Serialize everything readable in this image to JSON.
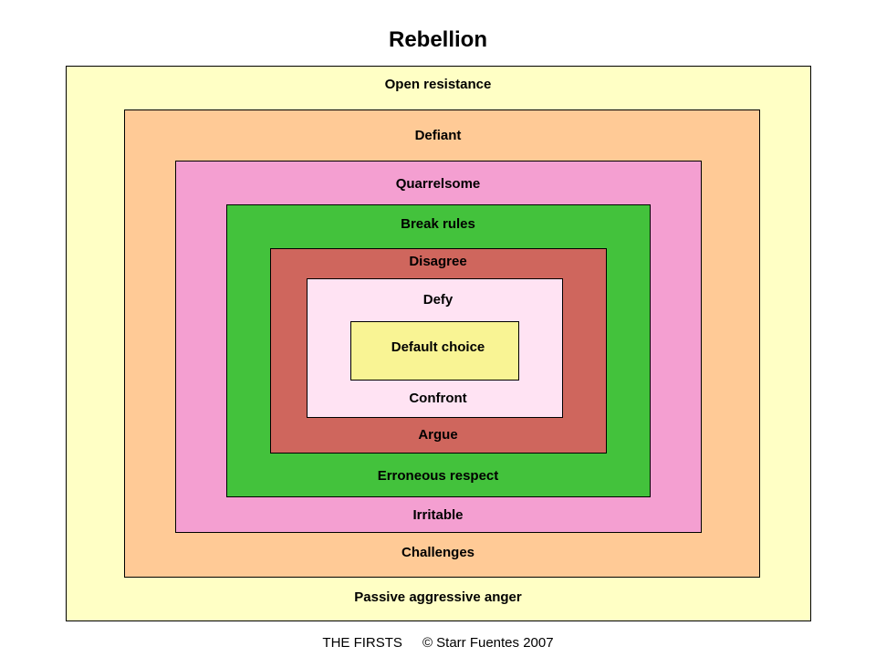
{
  "title": "Rebellion",
  "layers": [
    {
      "top_label": "Open resistance",
      "bottom_label": "Passive aggressive anger",
      "color": "#FFFFC5"
    },
    {
      "top_label": "Defiant",
      "bottom_label": "Challenges",
      "color": "#FFCA96"
    },
    {
      "top_label": "Quarrelsome",
      "bottom_label": "Irritable",
      "color": "#F49FD1"
    },
    {
      "top_label": "Break rules",
      "bottom_label": "Erroneous respect",
      "color": "#43C23C"
    },
    {
      "top_label": "Disagree",
      "bottom_label": "Argue",
      "color": "#CF665D"
    },
    {
      "top_label": "Defy",
      "bottom_label": "Confront",
      "color": "#FFE3F3"
    },
    {
      "center_label": "Default choice",
      "color": "#F9F494"
    }
  ],
  "footer": {
    "left": "THE FIRSTS",
    "right": "© Starr Fuentes 2007"
  }
}
